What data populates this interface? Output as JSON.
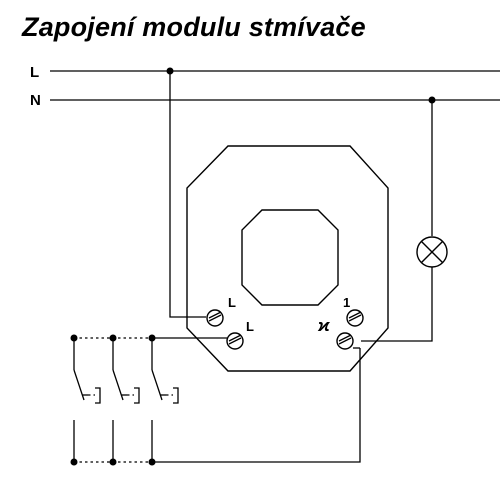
{
  "title": "Zapojení modulu stmívače",
  "wires": {
    "line_label": "L",
    "neutral_label": "N"
  },
  "module": {
    "terminal_l_top": "L",
    "terminal_l_bottom": "L",
    "terminal_1": "1",
    "symbol": "ϰ"
  },
  "pushbuttons": {
    "count": 3
  },
  "lamp": {
    "icon": "lamp-icon"
  }
}
